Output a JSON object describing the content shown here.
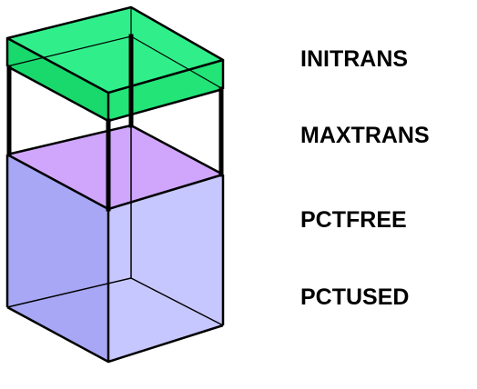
{
  "labels": [
    "INITRANS",
    "MAXTRANS",
    "PCTFREE",
    "PCTUSED"
  ],
  "colors": {
    "header_block": "#22e57a",
    "header_top": "#2ff088",
    "free_space_top": "#cda8ff",
    "used_space_front": "#c6c6ff",
    "used_space_side": "#a8a8f8",
    "edges": "#000000"
  }
}
